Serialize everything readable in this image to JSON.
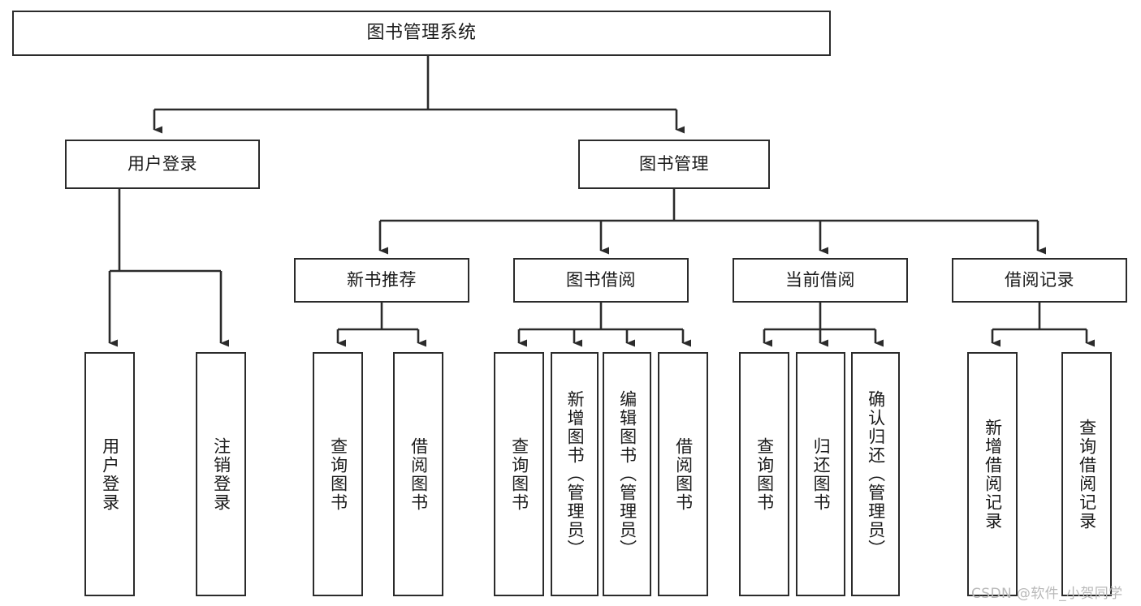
{
  "diagram": {
    "title": "图书管理系统",
    "type": "功能结构图",
    "root": {
      "label": "图书管理系统"
    },
    "tier2": [
      {
        "label": "用户登录"
      },
      {
        "label": "图书管理"
      }
    ],
    "tier3": [
      {
        "label": "新书推荐"
      },
      {
        "label": "图书借阅"
      },
      {
        "label": "当前借阅"
      },
      {
        "label": "借阅记录"
      }
    ],
    "leaves": {
      "user_login": [
        {
          "label": "用户登录"
        },
        {
          "label": "注销登录"
        }
      ],
      "new_book_recommend": [
        {
          "label": "查询图书"
        },
        {
          "label": "借阅图书"
        }
      ],
      "book_borrow": [
        {
          "label": "查询图书"
        },
        {
          "label": "新增图书（管理员）"
        },
        {
          "label": "编辑图书（管理员）"
        },
        {
          "label": "借阅图书"
        }
      ],
      "current_borrow": [
        {
          "label": "查询图书"
        },
        {
          "label": "归还图书"
        },
        {
          "label": "确认归还（管理员）"
        }
      ],
      "borrow_record": [
        {
          "label": "新增借阅记录"
        },
        {
          "label": "查询借阅记录"
        }
      ]
    },
    "watermark": "CSDN @软件_小贺同学",
    "colors": {
      "stroke": "#2b2b2b",
      "background": "#ffffff",
      "text": "#1a1a1a",
      "watermark": "#b9b9b9"
    }
  }
}
